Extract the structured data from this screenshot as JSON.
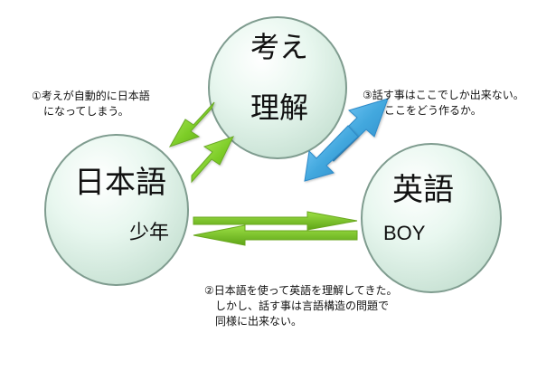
{
  "diagram": {
    "circles": {
      "top": {
        "line1": "考え",
        "line2": "理解"
      },
      "left": {
        "title": "日本語",
        "subtitle": "少年"
      },
      "right": {
        "title": "英語",
        "subtitle": "BOY"
      }
    },
    "notes": {
      "note1": {
        "line1": "①考えが自動的に日本語",
        "line2": "になってしまう。"
      },
      "note2": {
        "line1": "②日本語を使って英語を理解してきた。",
        "line2": "しかし、話す事は言語構造の問題で",
        "line3": "同様に出来ない。"
      },
      "note3": {
        "line1": "③話す事はここでしか出来ない。",
        "line2": "ここをどう作るか。"
      }
    },
    "colors": {
      "circle_fill": "#dff3e8",
      "circle_edge": "#7f9c8f",
      "green_arrow": "#7fd02c",
      "blue_arrow": "#43a8de"
    }
  }
}
